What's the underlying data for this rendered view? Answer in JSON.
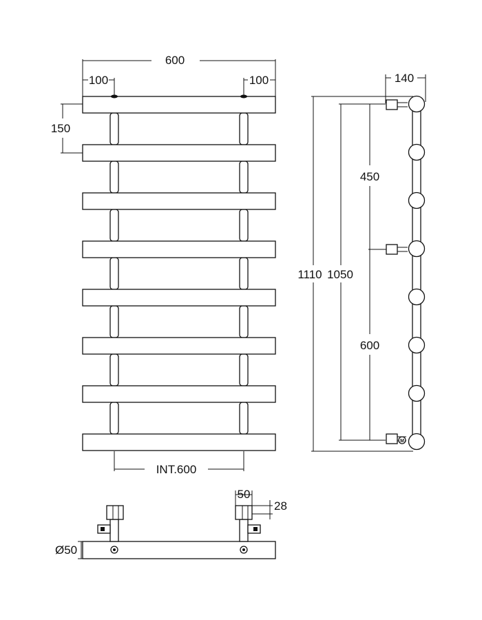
{
  "drawing": {
    "front_view": {
      "overall_width": "600",
      "left_offset": "100",
      "right_offset": "100",
      "bar_pitch": "150",
      "inlet_spacing": "INT.600"
    },
    "side_view": {
      "depth": "140",
      "total_height": "1110",
      "height_inner": "1050",
      "upper_span": "450",
      "lower_span": "600"
    },
    "bottom_view": {
      "valve_offset": "50",
      "valve_size": "28",
      "tube_diameter": "Ø50"
    },
    "colors": {
      "line": "#111111",
      "background": "#ffffff"
    }
  }
}
